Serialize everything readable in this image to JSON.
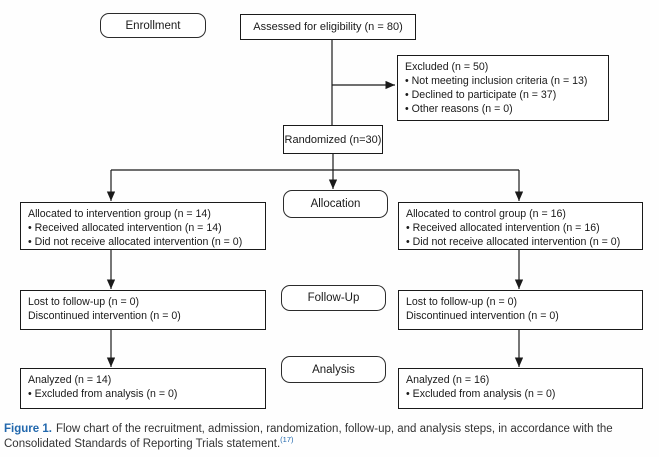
{
  "colors": {
    "accent": "#2268ad",
    "line": "#1a1a1a"
  },
  "stage_labels": {
    "enrollment": "Enrollment",
    "allocation": "Allocation",
    "follow_up": "Follow-Up",
    "analysis": "Analysis"
  },
  "boxes": {
    "assessed": {
      "line1": "Assessed for eligibility (n = 80)"
    },
    "excluded": {
      "line1": "Excluded (n = 50)",
      "items": [
        "• Not meeting inclusion criteria (n = 13)",
        "• Declined to participate (n = 37)",
        "• Other reasons (n = 0)"
      ]
    },
    "randomized": {
      "line1": "Randomized (n=30)"
    },
    "allocated_intervention": {
      "line1": "Allocated to intervention group (n = 14)",
      "items": [
        "• Received allocated intervention (n = 14)",
        "• Did not receive allocated intervention (n = 0)"
      ]
    },
    "allocated_control": {
      "line1": "Allocated to control group (n = 16)",
      "items": [
        "• Received allocated intervention (n = 16)",
        "• Did not receive allocated intervention (n = 0)"
      ]
    },
    "followup_intervention": {
      "line1": "Lost to follow-up (n = 0)",
      "items": [
        "Discontinued intervention (n = 0)"
      ]
    },
    "followup_control": {
      "line1": "Lost to follow-up (n = 0)",
      "items": [
        "Discontinued intervention (n = 0)"
      ]
    },
    "analyzed_intervention": {
      "line1": "Analyzed (n = 14)",
      "items": [
        "• Excluded from analysis (n = 0)"
      ]
    },
    "analyzed_control": {
      "line1": "Analyzed (n = 16)",
      "items": [
        "• Excluded from analysis (n = 0)"
      ]
    }
  },
  "caption": {
    "label": "Figure 1.",
    "text": "Flow chart of the recruitment, admission, randomization, follow-up, and analysis steps, in accordance with the Consolidated Standards of Reporting Trials statement.",
    "reference": "(17)"
  }
}
